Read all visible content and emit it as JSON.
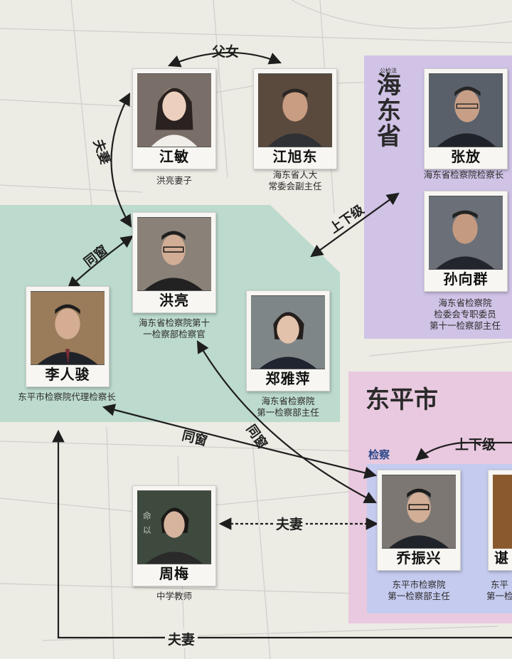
{
  "regions": {
    "haidong": {
      "label": "海东省",
      "prefix": "公检法",
      "color": "#cfc1e6"
    },
    "dongping": {
      "label": "东平市",
      "color": "#e9c7de"
    },
    "jiancha": {
      "label": "检察",
      "color": "#c3cbef"
    },
    "green": {
      "color": "#b9d9cb"
    }
  },
  "people": {
    "jiangmin": {
      "name": "江敏",
      "title": "洪亮妻子"
    },
    "jiangxudong": {
      "name": "江旭东",
      "title_line1": "海东省人大",
      "title_line2": "常委会副主任"
    },
    "zhangfang": {
      "name": "张放",
      "title": "海东省检察院检察长"
    },
    "sunxiangqun": {
      "name": "孙向群",
      "title_line1": "海东省检察院",
      "title_line2": "检委会专职委员",
      "title_line3": "第十一检察部主任"
    },
    "hongliang": {
      "name": "洪亮",
      "title_line1": "海东省检察院第十",
      "title_line2": "一检察部检察官"
    },
    "lirenjun": {
      "name": "李人骏",
      "title": "东平市检察院代理检察长"
    },
    "zhengyaping": {
      "name": "郑雅萍",
      "title_line1": "海东省检察院",
      "title_line2": "第一检察部主任"
    },
    "zhoumei": {
      "name": "周梅",
      "title": "中学教师"
    },
    "qiaozhenxing": {
      "name": "乔振兴",
      "title_line1": "东平市检察院",
      "title_line2": "第一检察部主任"
    },
    "cutoff": {
      "name": "谌",
      "title_line1": "东平",
      "title_line2": "第一检"
    }
  },
  "relations": {
    "father_daughter": "父女",
    "husband_wife_top": "夫妻",
    "classmate_1": "同窗",
    "superior_1": "上下级",
    "classmate_2": "同窗",
    "classmate_3": "同窗",
    "husband_wife_mid": "夫妻",
    "superior_2": "上下级",
    "husband_wife_bottom": "夫妻"
  }
}
